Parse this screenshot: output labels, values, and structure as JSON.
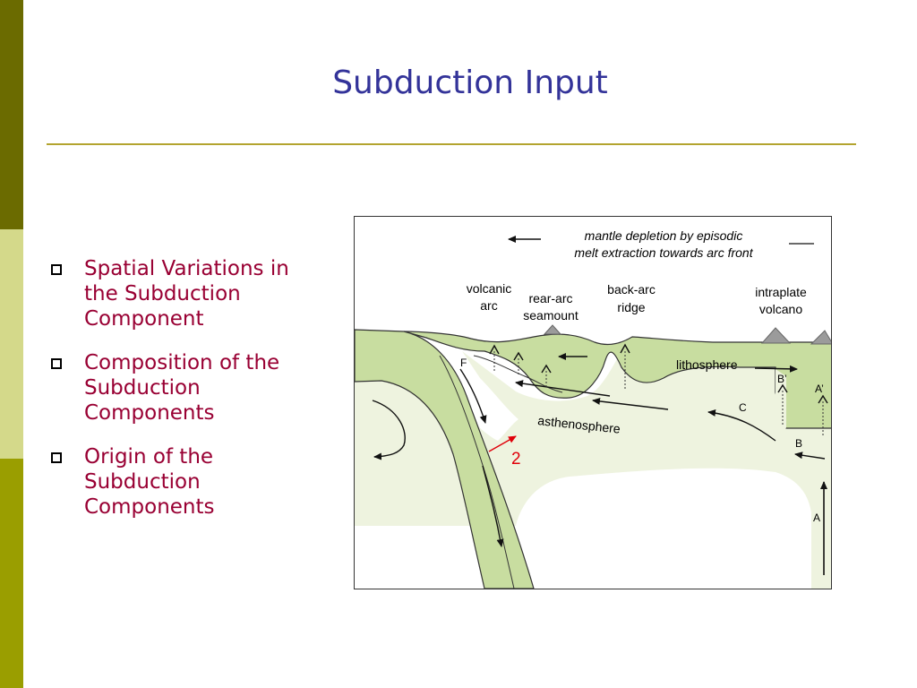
{
  "slide": {
    "title": "Subduction Input",
    "colors": {
      "sidebar_dark": "#6b6b00",
      "sidebar_light": "#d4d98a",
      "sidebar_mid": "#9a9e00",
      "title": "#333399",
      "rule": "#b3a42f",
      "bullet_text": "#990033"
    },
    "bullets": [
      {
        "text": "Spatial Variations in the Subduction Component"
      },
      {
        "text": "Composition of the Subduction Components"
      },
      {
        "text": "Origin of the Subduction Components"
      }
    ]
  },
  "diagram": {
    "colors": {
      "lithosphere_fill": "#c8dda0",
      "asthenosphere_fill": "#eef3df",
      "volcano_fill": "#9b9b9b",
      "annotation_red": "#e0000a"
    },
    "mantle_note_line1": "mantle depletion by episodic",
    "mantle_note_line2": "melt extraction towards arc front",
    "volcanic_arc_line1": "volcanic",
    "volcanic_arc_line2": "arc",
    "rear_arc_line1": "rear-arc",
    "rear_arc_line2": "seamount",
    "back_arc_line1": "back-arc",
    "back_arc_line2": "ridge",
    "intraplate_line1": "intraplate",
    "intraplate_line2": "volcano",
    "lithosphere": "lithosphere",
    "asthenosphere": "asthenosphere",
    "label_F": "F",
    "label_B_prime": "B’",
    "label_A_prime": "A’",
    "label_C": "C",
    "label_B": "B",
    "label_A": "A",
    "label_2": "2"
  }
}
